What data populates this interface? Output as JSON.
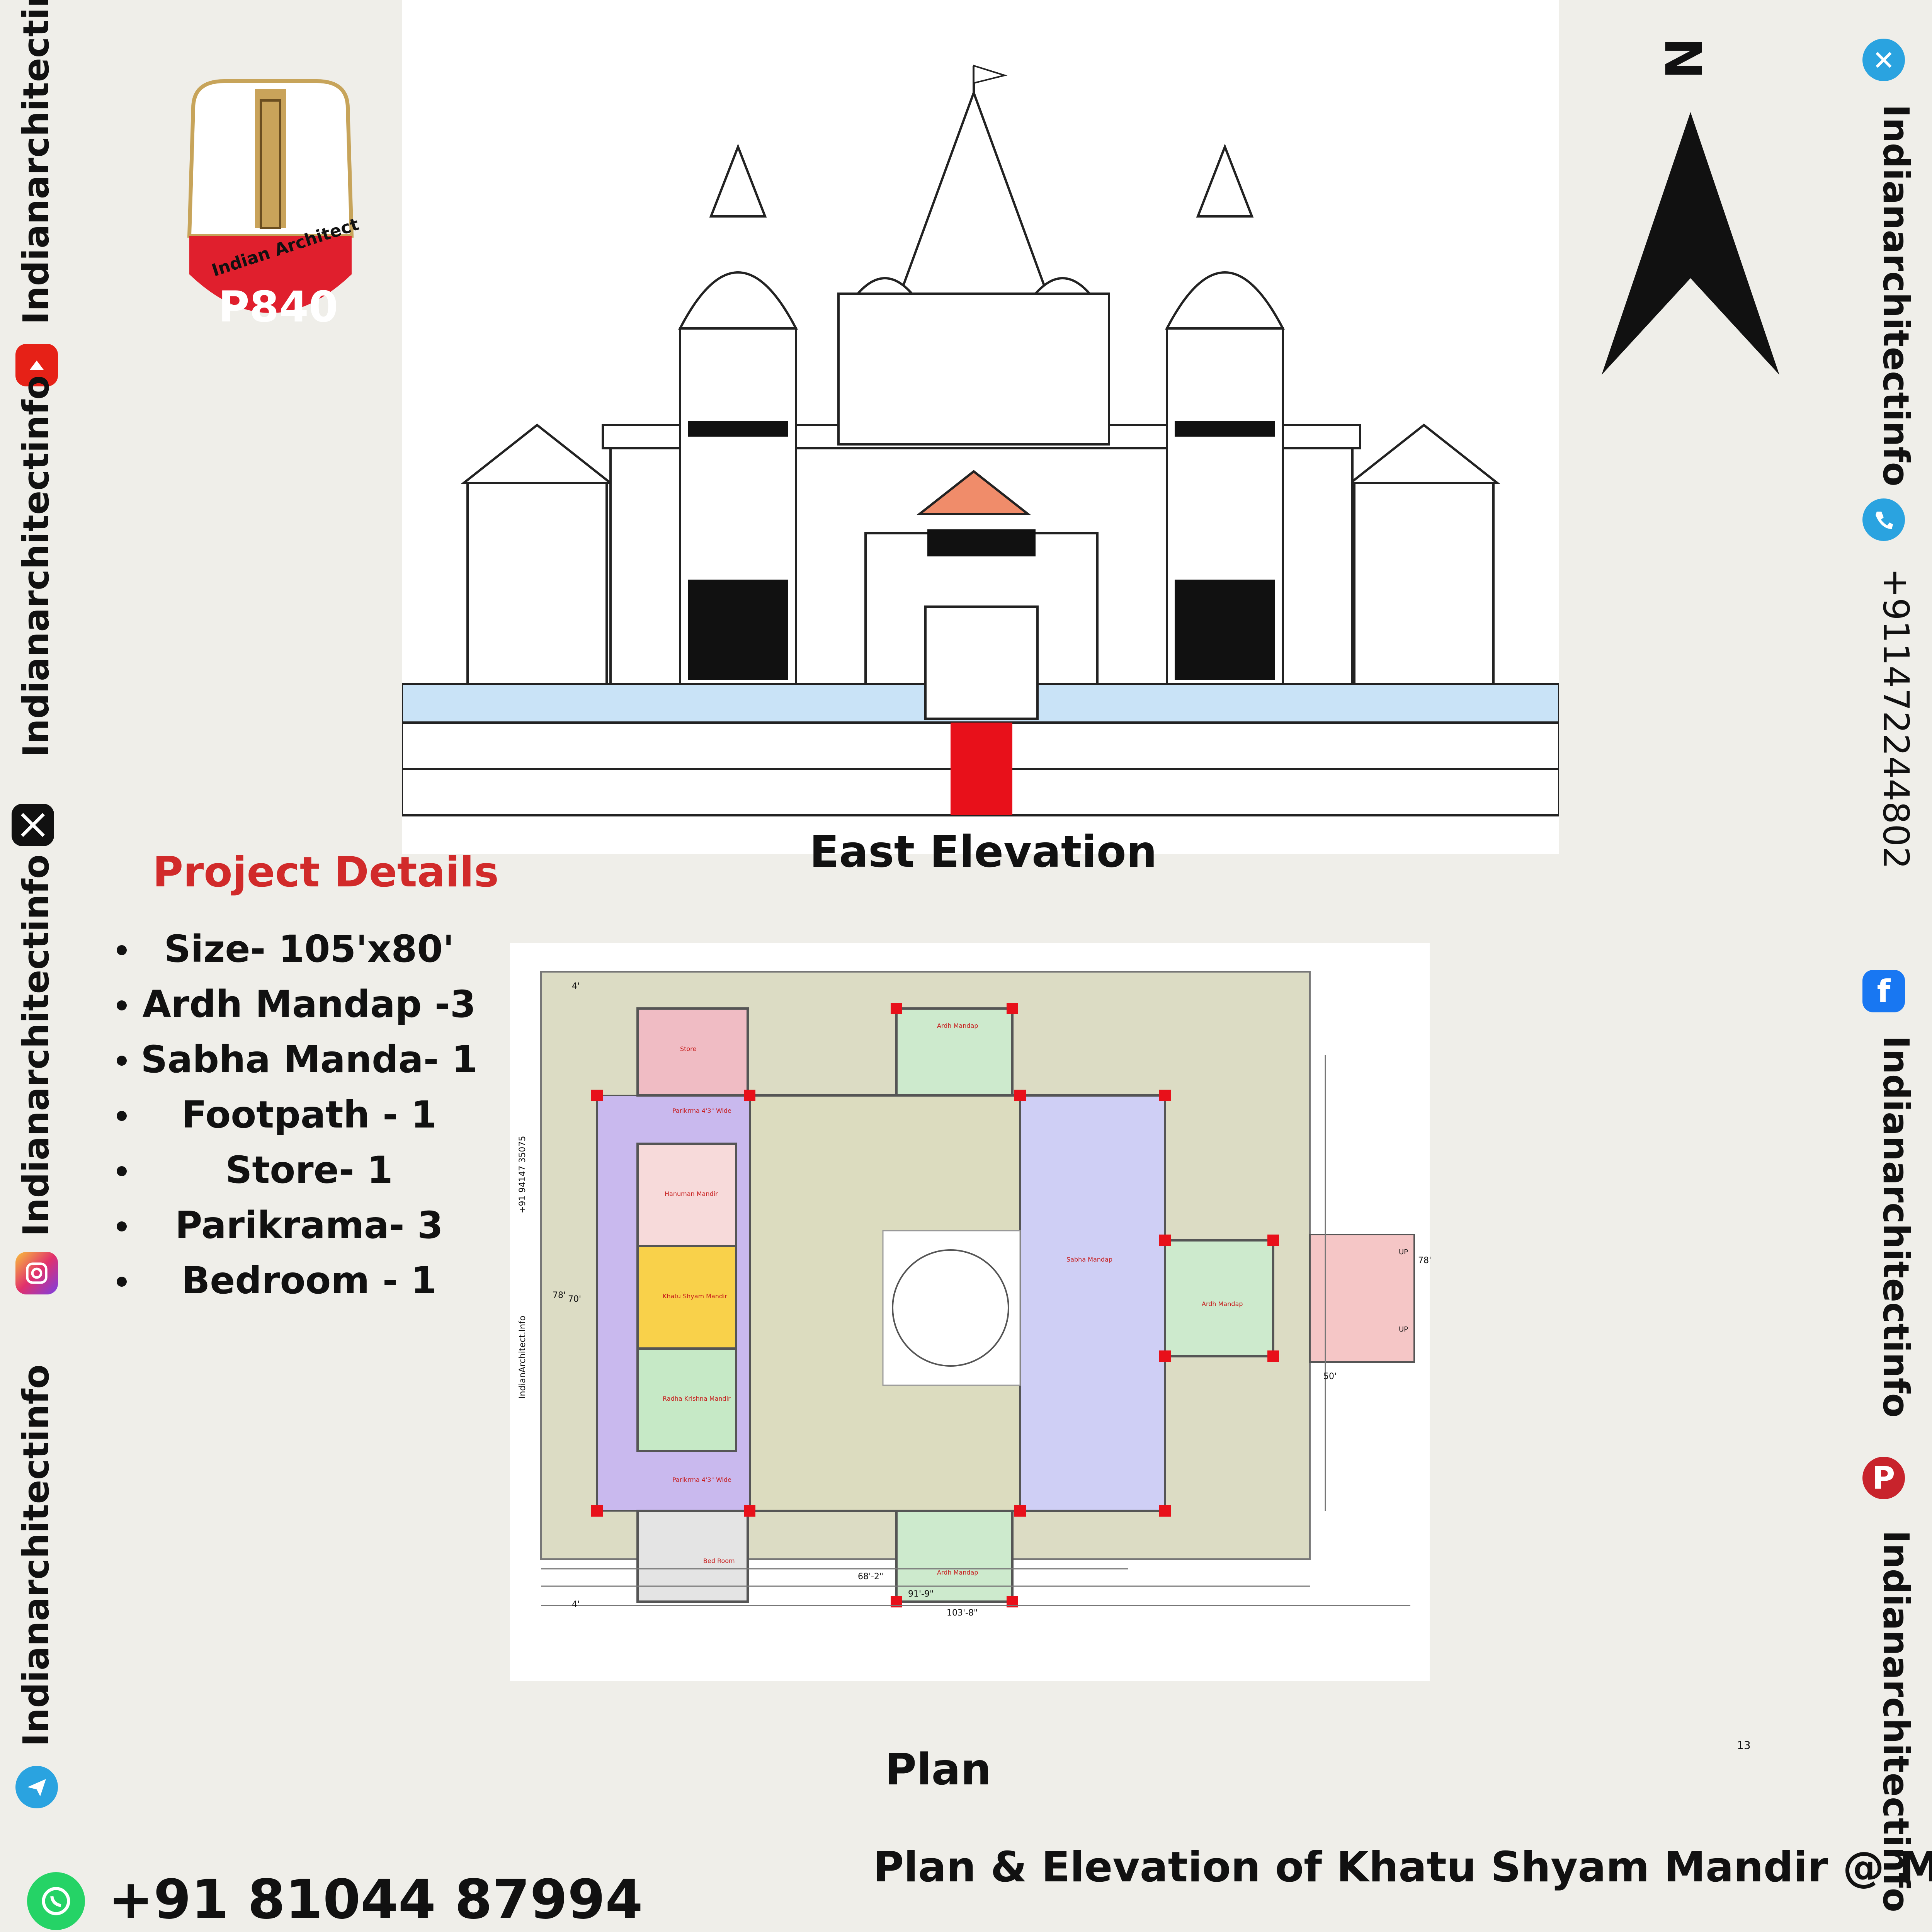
{
  "brand": {
    "handle": "Indianarchitectinfo",
    "logo_text": "Indian Architect",
    "badge": "P840"
  },
  "contact": {
    "phone_vertical": "+911472244802",
    "whatsapp": "+91 81044 87994"
  },
  "titles": {
    "elevation": "East Elevation",
    "plan": "Plan",
    "footer": "Plan & Elevation of Khatu Shyam Mandir @ MP",
    "north": "N",
    "page_number": "13"
  },
  "details": {
    "heading": "Project Details",
    "items": [
      "Size- 105'x80'",
      "Ardh Mandap -3",
      "Sabha Manda- 1",
      "Footpath - 1",
      "Store- 1",
      "Parikrama- 3",
      "Bedroom - 1"
    ]
  },
  "plan_labels": {
    "store": "Store",
    "parikrama_top": "Parikrma 4'3\" Wide",
    "parikrama_bottom": "Parikrma 4'3\" Wide",
    "hanuman": "Hanuman Mandir",
    "khatu": "Khatu Shyam Mandir",
    "radha": "Radha Krishna Mandir",
    "sabha": "Sabha Mandap",
    "ardh_top": "Ardh Mandap",
    "ardh_bottom": "Ardh Mandap",
    "ardh_right": "Ardh Mandap",
    "bedroom": "Bed Room",
    "side_site": "IndianArchitect.Info",
    "side_phone": "+91 94147 35075",
    "dim_width_1": "68'-2\"",
    "dim_width_2": "91'-9\"",
    "dim_width_3": "103'-8\"",
    "dim_70": "70'",
    "dim_78": "78'",
    "dim_78r": "78'",
    "dim_50": "50'",
    "dim_4a": "4'",
    "dim_4b": "4'",
    "up_1": "UP",
    "up_2": "UP"
  },
  "colors": {
    "accent_red": "#d12a2a",
    "parikrama": "#c9b9ee",
    "sabha": "#cfcff5",
    "courtyard": "#dcdcbf",
    "ardh": "#cdeacd",
    "store": "#f0bcc4",
    "column": "#e8101a"
  }
}
